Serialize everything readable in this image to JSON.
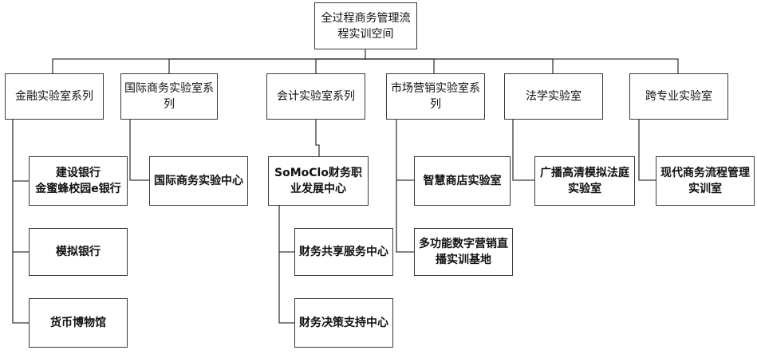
{
  "root": {
    "label": "全过程商务管理流程实训空间"
  },
  "columns": [
    {
      "title": "金融实验室系列",
      "items": [
        "建设银行\n金蜜蜂校园e银行",
        "模拟银行",
        "货币博物馆"
      ]
    },
    {
      "title": "国际商务实验室系列",
      "items": [
        "国际商务实验中心"
      ]
    },
    {
      "title": "会计实验室系列",
      "items": [
        "SoMoClo财务职业发展中心"
      ],
      "subitems": [
        "财务共享服务中心",
        "财务决策支持中心"
      ]
    },
    {
      "title": "市场营销实验室系列",
      "items": [
        "智慧商店实验室",
        "多功能数字营销直播实训基地"
      ]
    },
    {
      "title": "法学实验室",
      "items": [
        "广播高清模拟法庭实验室"
      ]
    },
    {
      "title": "跨专业实验室",
      "items": [
        "现代商务流程管理实训室"
      ]
    }
  ]
}
